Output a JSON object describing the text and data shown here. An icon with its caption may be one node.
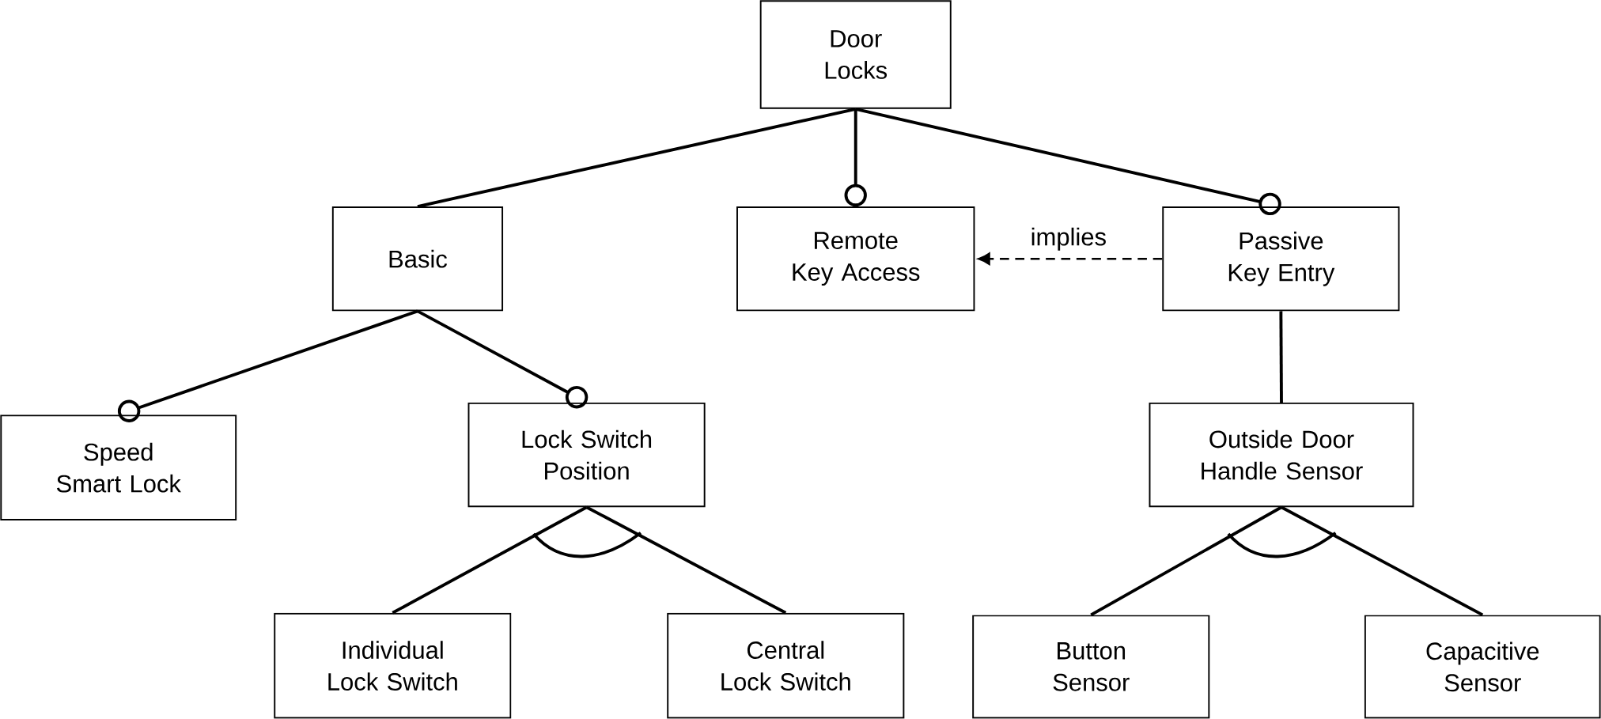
{
  "diagram": {
    "nodes": [
      {
        "text": [
          "Door Locks"
        ]
      },
      {
        "text": [
          "Basic"
        ]
      },
      {
        "text": [
          "Remote Key Access"
        ]
      },
      {
        "text": [
          "Passive Key Entry"
        ]
      },
      {
        "text": [
          "Speed Smart Lock"
        ]
      },
      {
        "text": [
          "Lock Switch Position"
        ]
      },
      {
        "text": [
          "Outside Door Handle Sensor"
        ]
      },
      {
        "text": [
          "Individual Lock Switch"
        ]
      },
      {
        "text": [
          "Central Lock Switch"
        ]
      },
      {
        "text": [
          "Button Sensor"
        ]
      },
      {
        "text": [
          "Capacitive Sensor"
        ]
      }
    ],
    "edges": [
      {
        "from": 0,
        "to": 1,
        "arrow": "none"
      },
      {
        "from": 0,
        "to": 2,
        "arrow": "other"
      },
      {
        "from": 0,
        "to": 3,
        "arrow": "other"
      },
      {
        "from": 1,
        "to": 4,
        "arrow": "other"
      },
      {
        "from": 1,
        "to": 5,
        "arrow": "other"
      },
      {
        "from": 3,
        "to": 2,
        "arrow": "to",
        "label": "implies",
        "style": "dashed"
      },
      {
        "from": 3,
        "to": 6,
        "arrow": "none"
      },
      {
        "from": 5,
        "to": 7,
        "arrow": "none"
      },
      {
        "from": 5,
        "to": 8,
        "arrow": "none"
      },
      {
        "from": 6,
        "to": 9,
        "arrow": "none"
      },
      {
        "from": 6,
        "to": 10,
        "arrow": "none"
      }
    ]
  }
}
